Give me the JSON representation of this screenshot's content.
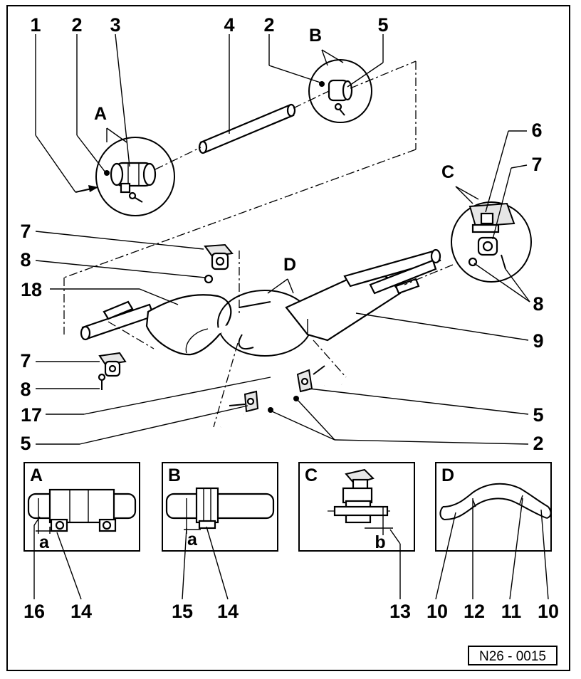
{
  "callouts": {
    "n1": "1",
    "n2": "2",
    "n3": "3",
    "n4": "4",
    "n5": "5",
    "n6": "6",
    "n7": "7",
    "n8": "8",
    "n9": "9",
    "n10": "10",
    "n11": "11",
    "n12": "12",
    "n13": "13",
    "n14": "14",
    "n15": "15",
    "n16": "16",
    "n17": "17",
    "n18": "18"
  },
  "details": {
    "A": "A",
    "B": "B",
    "C": "C",
    "D": "D"
  },
  "dimensions": {
    "a": "a",
    "b": "b"
  },
  "reference_code": "N26 - 0015"
}
